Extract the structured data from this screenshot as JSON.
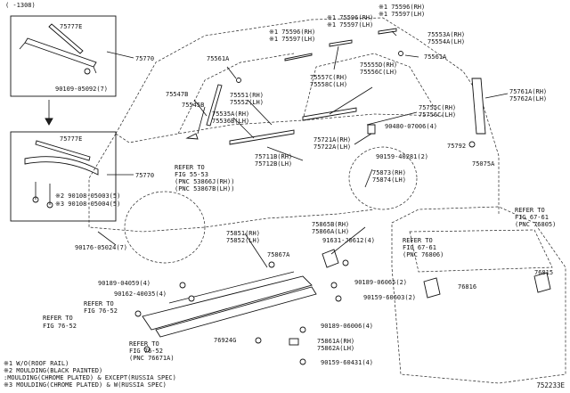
{
  "header": {
    "range": "( -1308)"
  },
  "diagram_id": "752233E",
  "notes": [
    "※1 W/O(ROOF RAIL)",
    "※2 MOULDING(BLACK PAINTED)",
    "   :MOULDING(CHROME PLATED) & EXCEPT(RUSSIA SPEC)",
    "※3 MOULDING(CHROME PLATED) & W(RUSSIA SPEC)"
  ],
  "labels": {
    "l75777e_a": "75777E",
    "l75770_a": "75770",
    "l90109": "90109-05092(7)",
    "l75777e_b": "75777E",
    "l75770_b": "75770",
    "l90108a": "※2 90108-05003(5)",
    "l90108b": "※3 90108-05004(5)",
    "l90176": "90176-05024(7)",
    "l75596_rh_a": "※1 75596(RH)",
    "l75597_lh_a": "※1 75597(LH)",
    "l75596_rh_b": "※1 75596(RH)",
    "l75597_lh_b": "※1 75597(LH)",
    "l75596_rh_c": "※1 75596(RH)",
    "l75597_lh_c": "※1 75597(LH)",
    "l75553a": "75553A(RH)",
    "l75554a": "75554A(LH)",
    "l75561a_r": "75561A",
    "l75561a_l": "75561A",
    "l75547b": "75547B",
    "l75545b": "75545B",
    "l75551": "75551(RH)",
    "l75552": "75552(LH)",
    "l75557c": "75557C(RH)",
    "l75558c": "75558C(LH)",
    "l75555d": "75555D(RH)",
    "l75556c": "75556C(LH)",
    "l75535a": "75535A(RH)",
    "l75536b": "75536B(LH)",
    "l75755c": "75755C(RH)",
    "l75756c": "75756C(LH)",
    "l90480": "90480-07006(4)",
    "l75761a": "75761A(RH)",
    "l75762a": "75762A(LH)",
    "l75792": "75792",
    "l75075a": "75075A",
    "l75721a": "75721A(RH)",
    "l75722a": "75722A(LH)",
    "l90159a": "90159-40281(2)",
    "l75711b": "75711B(RH)",
    "l75712b": "75712B(LH)",
    "l75873": "75873(RH)",
    "l75874": "75874(LH)",
    "refer1": "REFER TO",
    "refer1b": "FIG 55-53",
    "refer1c": "(PNC 53866J(RH))",
    "refer1d": "(PNC 53867B(LH))",
    "l75865b": "75865B(RH)",
    "l75866a": "75866A(LH)",
    "l75851": "75851(RH)",
    "l75852": "75852(LH)",
    "l91631": "91631-J0612(4)",
    "refer2": "REFER TO",
    "refer2b": "FIG 67-61",
    "refer2c": "(PNC 76806)",
    "refer3": "REFER TO",
    "refer3b": "FIG 67-61",
    "refer3c": "(PNC 76805)",
    "l75867a": "75867A",
    "l90189a": "90189-04059(4)",
    "l90162": "90162-40035(4)",
    "l76816": "76816",
    "l76815": "76815",
    "refer4": "REFER TO",
    "refer4b": "FIG 76-52",
    "l90189b": "90189-06065(2)",
    "l90159b": "90159-60603(2)",
    "l90189c": "90189-06006(4)",
    "refer5": "REFER TO",
    "refer5b": "FIG 76-52",
    "refer5c": "(PNC 76671A)",
    "l76924g": "76924G",
    "l75861a": "75861A(RH)",
    "l75862a": "75862A(LH)",
    "l90159c": "90159-60431(4)"
  }
}
